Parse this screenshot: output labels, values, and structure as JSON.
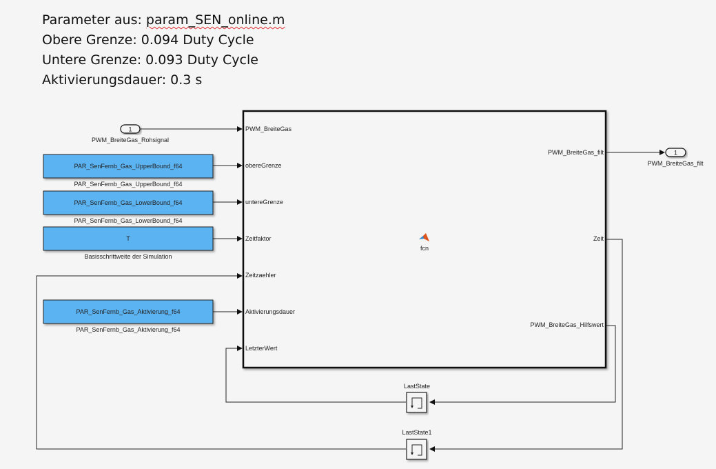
{
  "notes": {
    "line1_prefix": "Parameter aus: ",
    "line1_file": "param_SEN_online.m",
    "line2": "Obere Grenze: 0.094 Duty Cycle",
    "line3": "Untere Grenze: 0.093 Duty Cycle",
    "line4": "Aktivierungsdauer: 0.3 s"
  },
  "inport": {
    "number": "1",
    "label": "PWM_BreiteGas_Rohsignal"
  },
  "constants": [
    {
      "value": "PAR_SenFernb_Gas_UpperBound_f64",
      "label": "PAR_SenFernb_Gas_UpperBound_f64"
    },
    {
      "value": "PAR_SenFernb_Gas_LowerBound_f64",
      "label": "PAR_SenFernb_Gas_LowerBound_f64"
    },
    {
      "value": "T",
      "label": "Basisschrittweite der Simulation"
    },
    {
      "value": "PAR_SenFernb_Gas_Aktivierung_f64",
      "label": "PAR_SenFernb_Gas_Aktivierung_f64"
    }
  ],
  "fcn_block": {
    "name": "fcn",
    "icon": "matlab-logo-icon",
    "inputs": [
      "PWM_BreiteGas",
      "obereGrenze",
      "untereGrenze",
      "Zeitfaktor",
      "Zeitzaehler",
      "Aktivierungsdauer",
      "LetzterWert"
    ],
    "outputs": [
      "PWM_BreiteGas_filt",
      "Zeit",
      "PWM_BreiteGas_Hilfswert"
    ]
  },
  "outport": {
    "number": "1",
    "label": "PWM_BreiteGas_filt"
  },
  "delays": [
    {
      "label": "LastState",
      "icon": "unit-delay-icon"
    },
    {
      "label": "LastState1",
      "icon": "unit-delay-icon"
    }
  ]
}
